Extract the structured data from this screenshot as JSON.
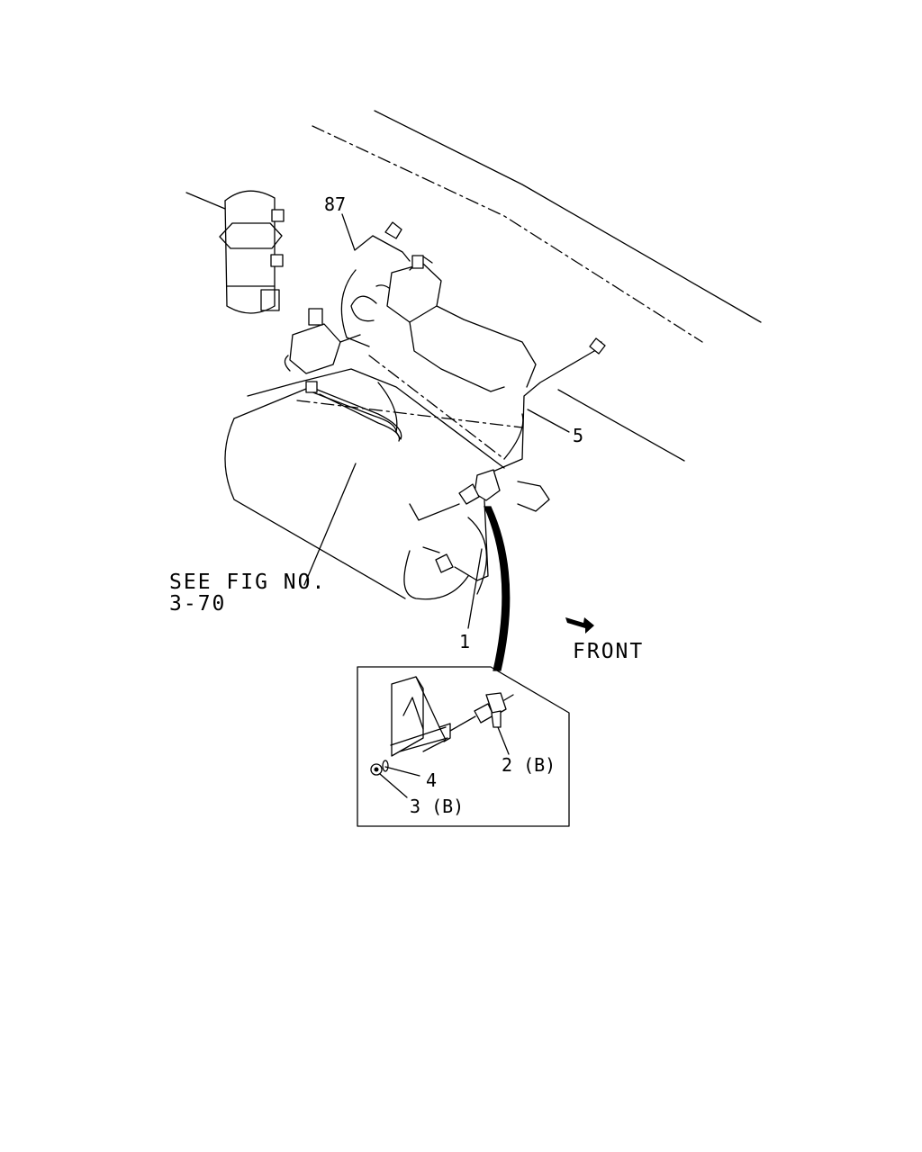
{
  "callouts": {
    "ref_87": "87",
    "part_5": "5",
    "part_1": "1",
    "part_2": "2 (B)",
    "part_4": "4",
    "part_3": "3 (B)"
  },
  "see_fig": {
    "line1": "SEE FIG NO.",
    "line2": "3-70"
  },
  "front_label": "FRONT",
  "colors": {
    "line": "#000000",
    "background": "#ffffff"
  }
}
